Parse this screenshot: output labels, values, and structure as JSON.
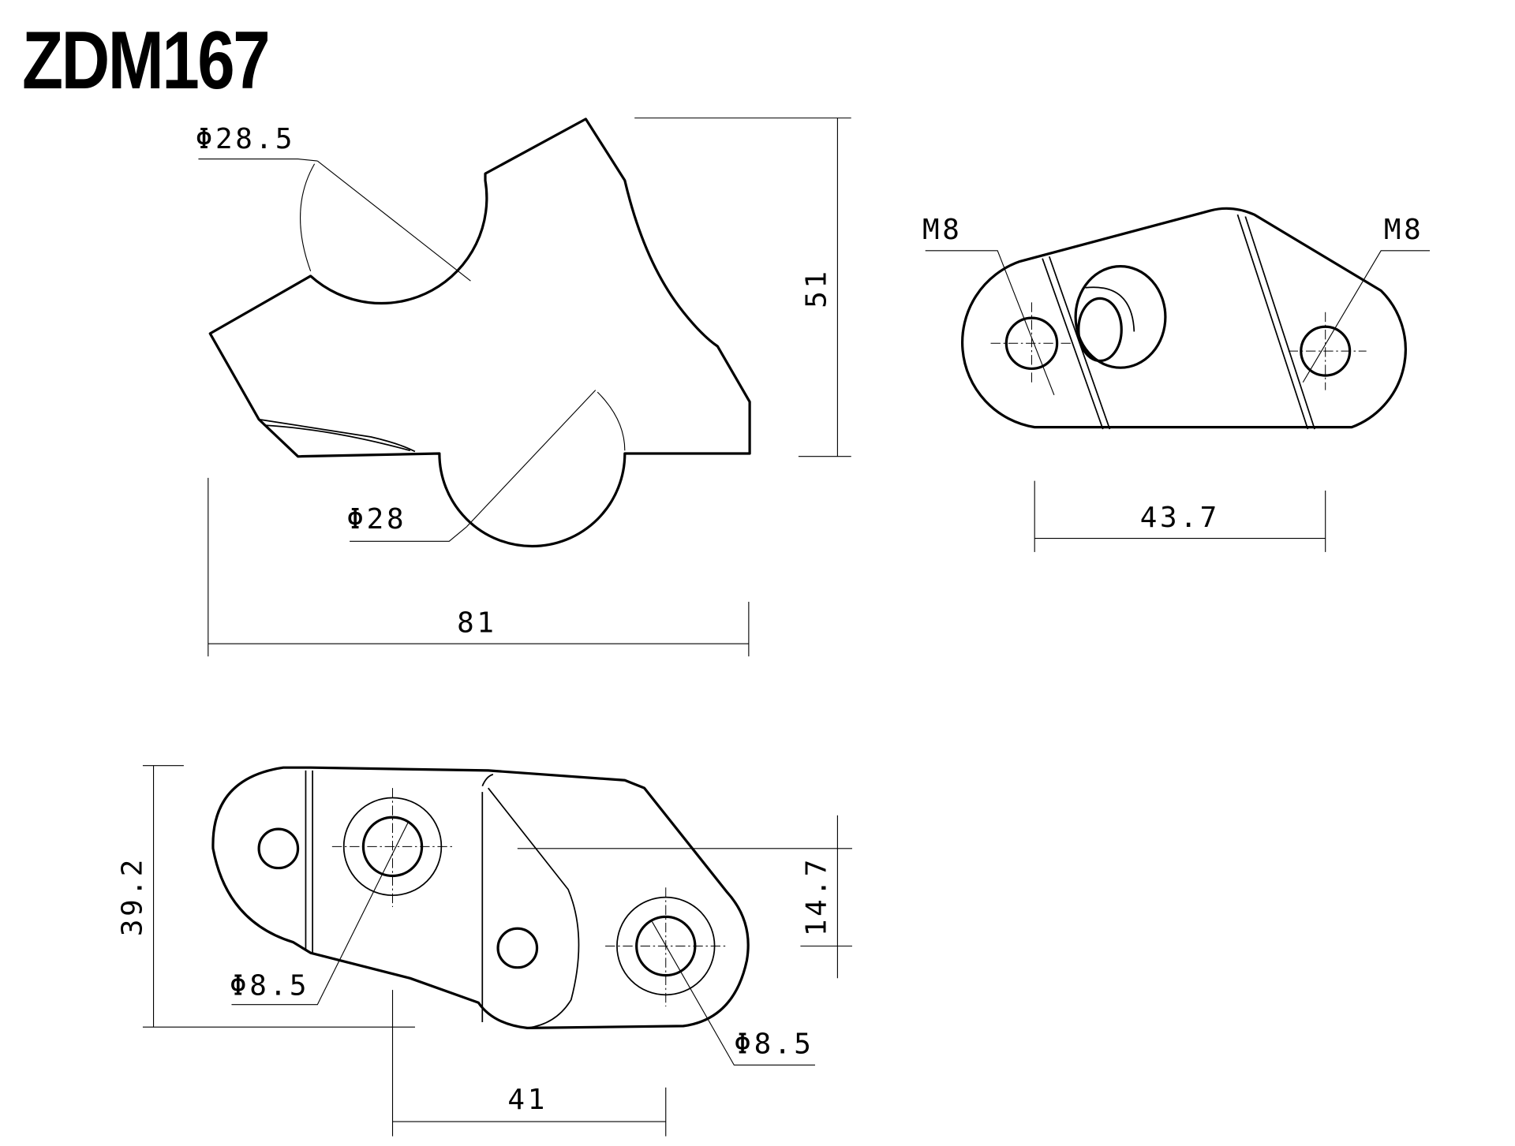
{
  "title": "ZDM167",
  "top_view": {
    "dia_upper": "Φ28.5",
    "dia_lower": "Φ28",
    "height": "51",
    "width": "81"
  },
  "side_view": {
    "thread_left": "M8",
    "thread_right": "M8",
    "hole_spacing": "43.7"
  },
  "bottom_view": {
    "height": "39.2",
    "offset": "14.7",
    "hole_dia_left": "Φ8.5",
    "hole_dia_right": "Φ8.5",
    "hole_spacing": "41"
  }
}
